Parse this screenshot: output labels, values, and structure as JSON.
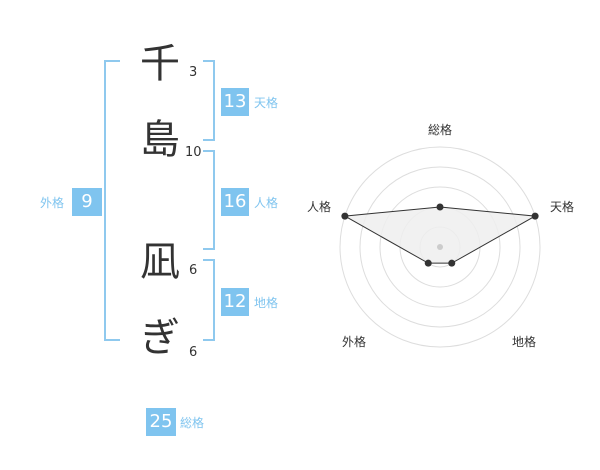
{
  "name": {
    "chars": [
      {
        "char": "千",
        "strokes": "3"
      },
      {
        "char": "島",
        "strokes": "10"
      },
      {
        "char": "凪",
        "strokes": "6"
      },
      {
        "char": "ぎ",
        "strokes": "6"
      }
    ]
  },
  "fortune": {
    "tenkaku": {
      "value": "13",
      "label": "天格"
    },
    "jinkaku": {
      "value": "16",
      "label": "人格"
    },
    "chikaku": {
      "value": "12",
      "label": "地格"
    },
    "gaikaku": {
      "value": "9",
      "label": "外格"
    },
    "soukaku": {
      "value": "25",
      "label": "総格"
    }
  },
  "radar": {
    "axes": [
      "総格",
      "天格",
      "地格",
      "外格",
      "人格"
    ],
    "levels": [
      2,
      5,
      1,
      1,
      5
    ],
    "max_level": 5,
    "colors": {
      "fill": "#eeeeee",
      "stroke": "#333333",
      "grid": "#dddddd",
      "center": "#cccccc"
    }
  }
}
